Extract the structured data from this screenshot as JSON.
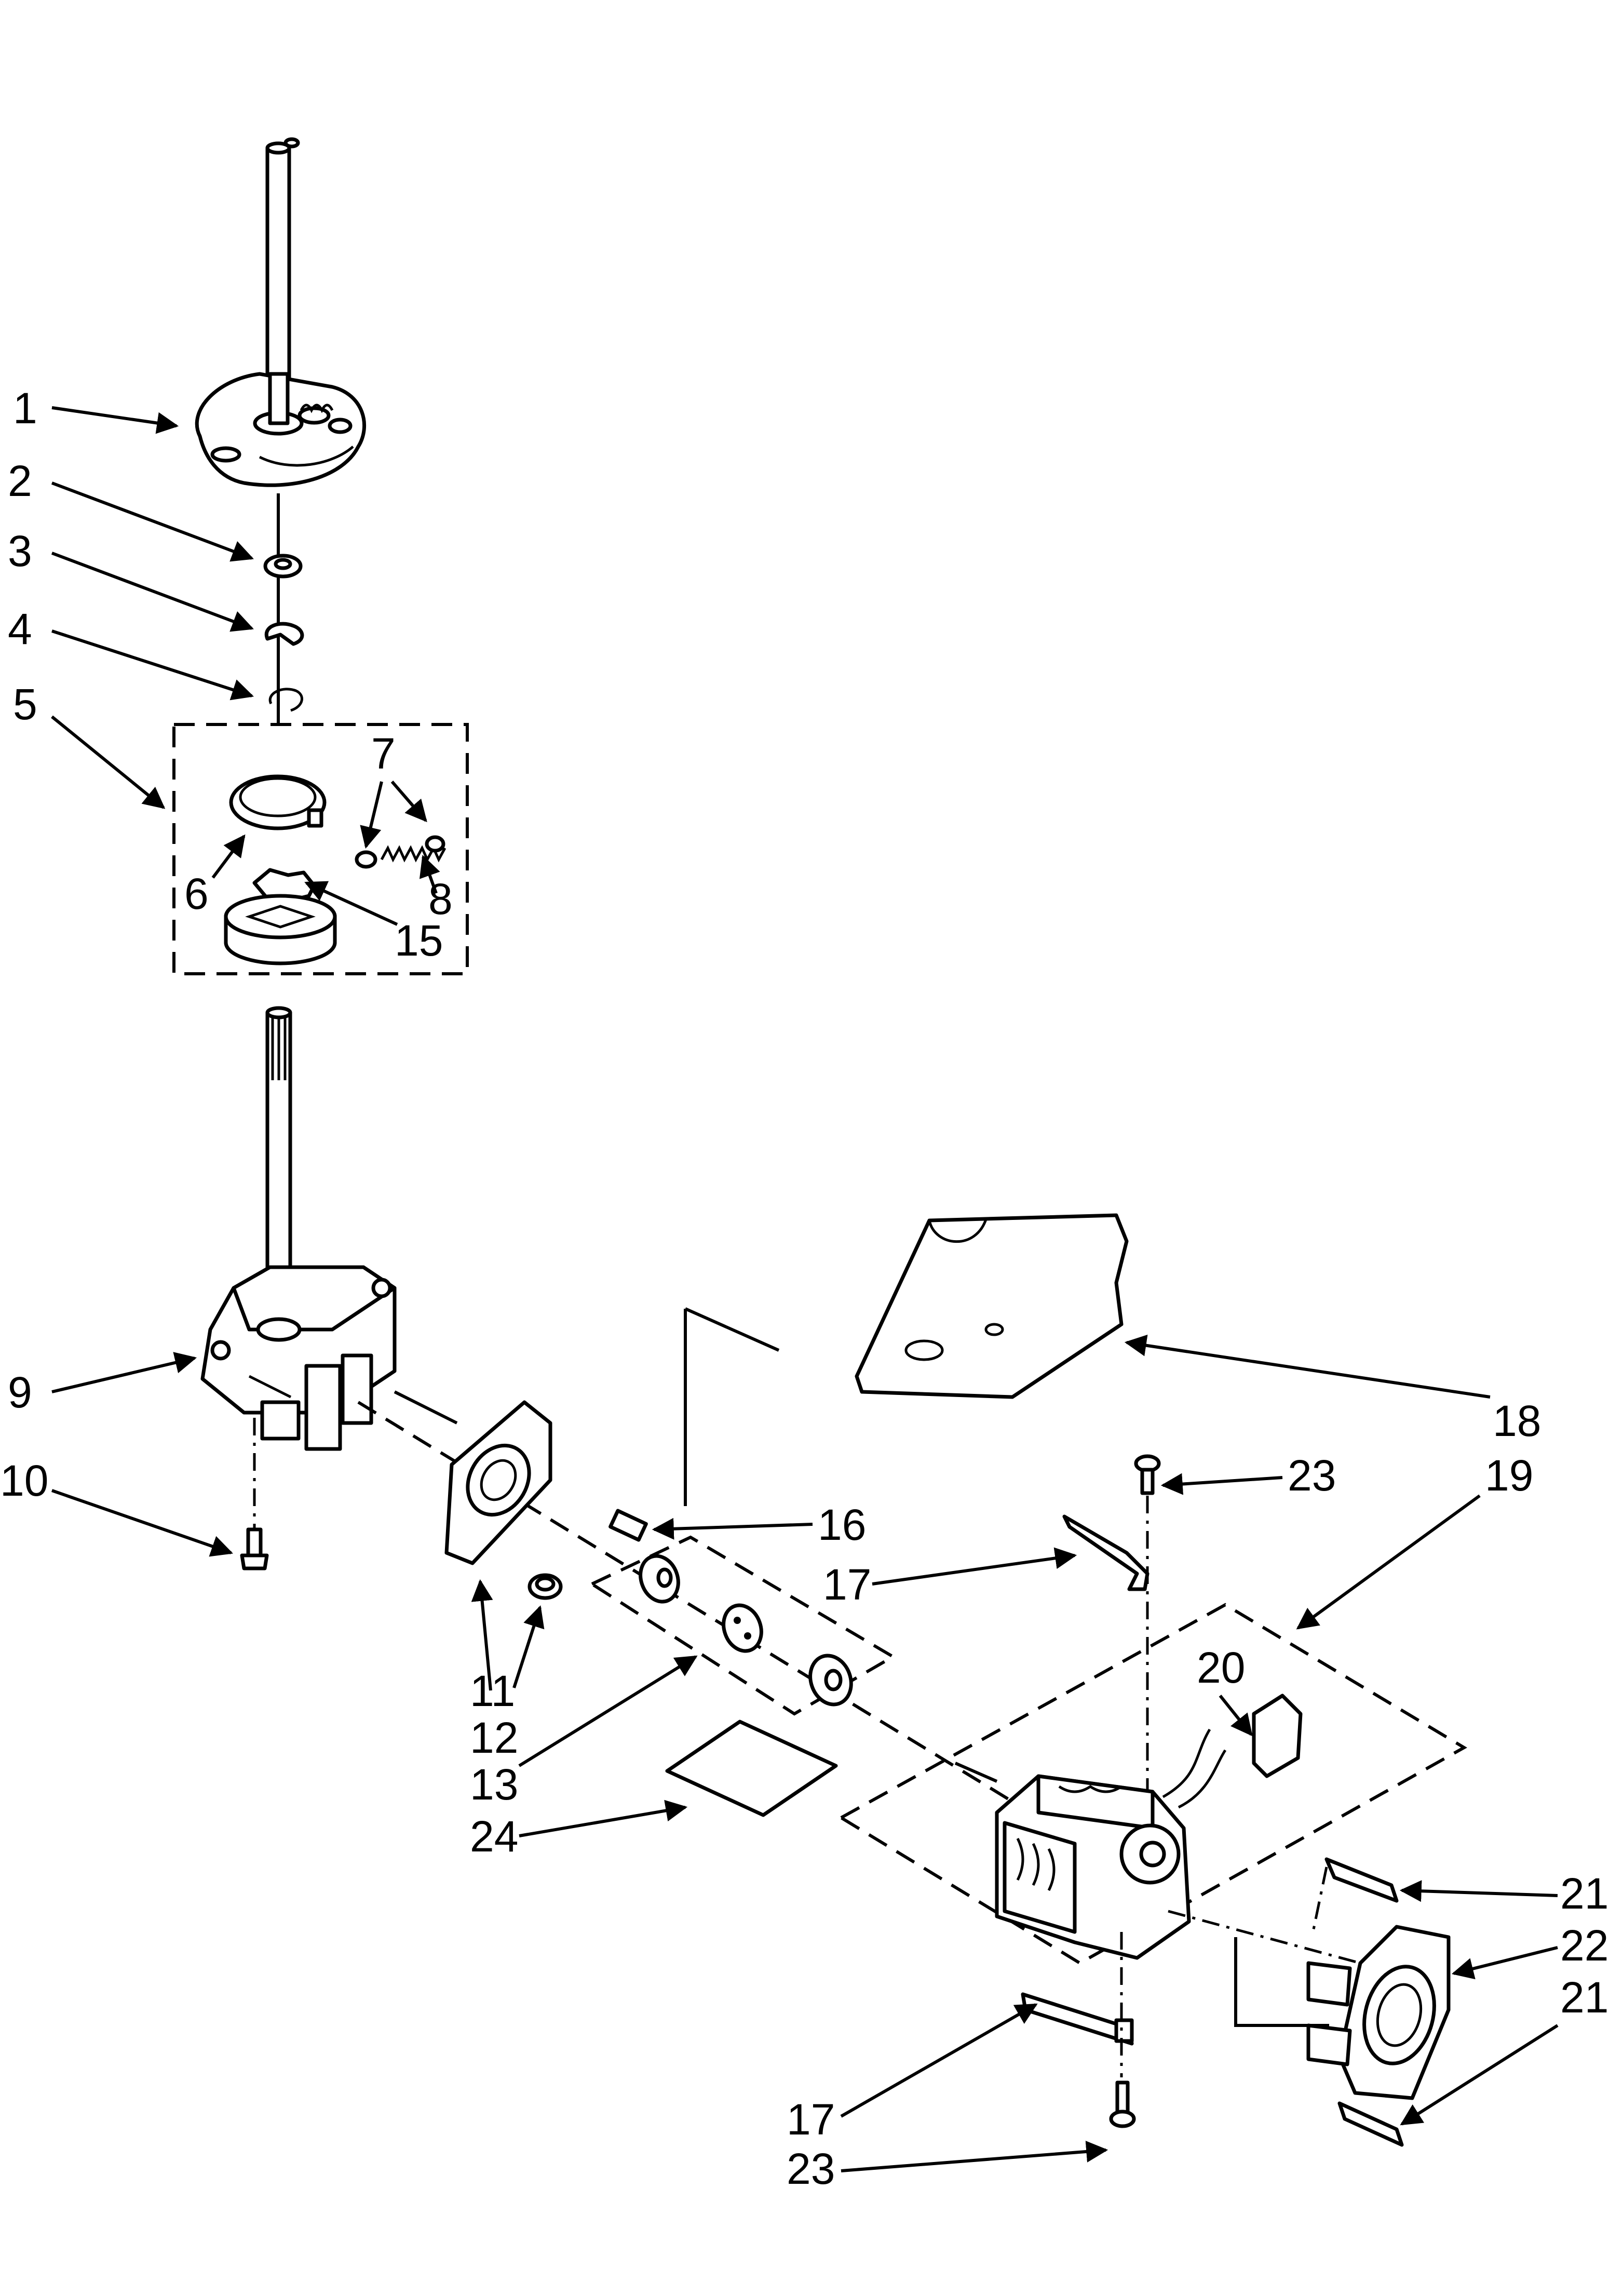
{
  "diagram": {
    "callouts": [
      {
        "id": "c1",
        "label": "1"
      },
      {
        "id": "c2",
        "label": "2"
      },
      {
        "id": "c3",
        "label": "3"
      },
      {
        "id": "c4",
        "label": "4"
      },
      {
        "id": "c5",
        "label": "5"
      },
      {
        "id": "c6",
        "label": "6"
      },
      {
        "id": "c7",
        "label": "7"
      },
      {
        "id": "c8",
        "label": "8"
      },
      {
        "id": "c15",
        "label": "15"
      },
      {
        "id": "c9",
        "label": "9"
      },
      {
        "id": "c10",
        "label": "10"
      },
      {
        "id": "c11",
        "label": "11"
      },
      {
        "id": "c12",
        "label": "12"
      },
      {
        "id": "c13",
        "label": "13"
      },
      {
        "id": "c24",
        "label": "24"
      },
      {
        "id": "c16",
        "label": "16"
      },
      {
        "id": "c17a",
        "label": "17"
      },
      {
        "id": "c18",
        "label": "18"
      },
      {
        "id": "c19",
        "label": "19"
      },
      {
        "id": "c23a",
        "label": "23"
      },
      {
        "id": "c20",
        "label": "20"
      },
      {
        "id": "c21a",
        "label": "21"
      },
      {
        "id": "c22",
        "label": "22"
      },
      {
        "id": "c21b",
        "label": "21"
      },
      {
        "id": "c17b",
        "label": "17"
      },
      {
        "id": "c23b",
        "label": "23"
      }
    ]
  }
}
